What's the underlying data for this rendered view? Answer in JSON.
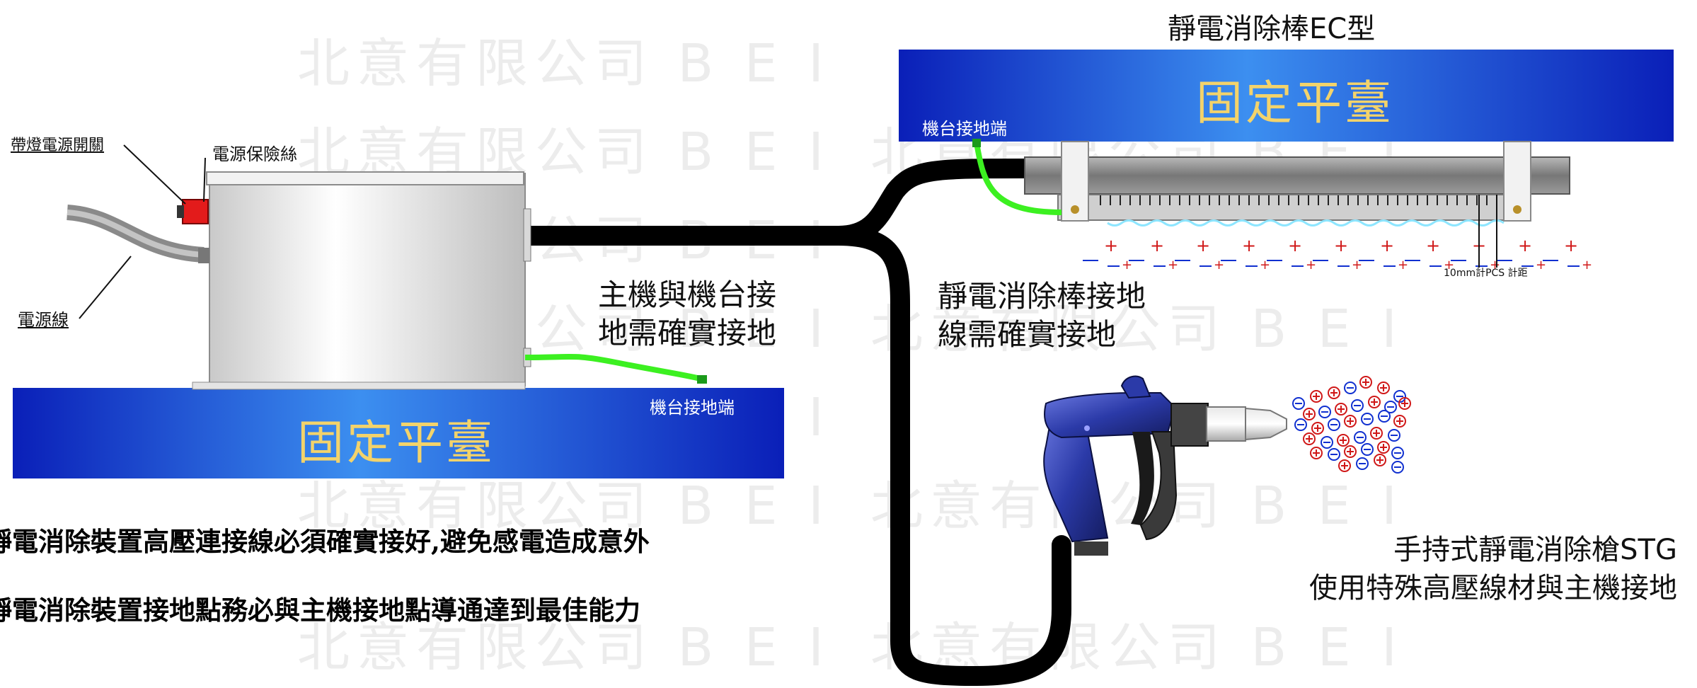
{
  "watermark_text": "北意有限公司 B E I",
  "labels": {
    "lamp_power_switch": "帶燈電源開關",
    "power_fuse": "電源保險絲",
    "power_cord": "電源線",
    "machine_ground_left": "機台接地端",
    "machine_ground_right": "機台接地端",
    "platform_left": "固定平臺",
    "platform_right": "固定平臺",
    "bar_title": "靜電消除棒EC型",
    "host_ground_line1": "主機與機台接",
    "host_ground_line2": "地需確實接地",
    "bar_ground_line1": "靜電消除棒接地",
    "bar_ground_line2": "線需確實接地",
    "gun_title_line1": "手持式靜電消除槍STG",
    "gun_title_line2": "使用特殊高壓線材與主機接地",
    "distance_note": "10mm計PCS 計距"
  },
  "notes": [
    "靜電消除裝置高壓連接線必須確實接好,避免感電造成意外",
    "靜電消除裝置接地點務必與主機接地點導通達到最佳能力"
  ],
  "colors": {
    "platform_dark": "#0a1fb8",
    "platform_light": "#3c8ff0",
    "ground_wire": "#3cf021",
    "hv_cable": "#000000",
    "platform_text": "#f3d36b",
    "gun_body": "#2b3aa8",
    "plus_sign": "#d01818",
    "minus_sign": "#1030d0"
  }
}
